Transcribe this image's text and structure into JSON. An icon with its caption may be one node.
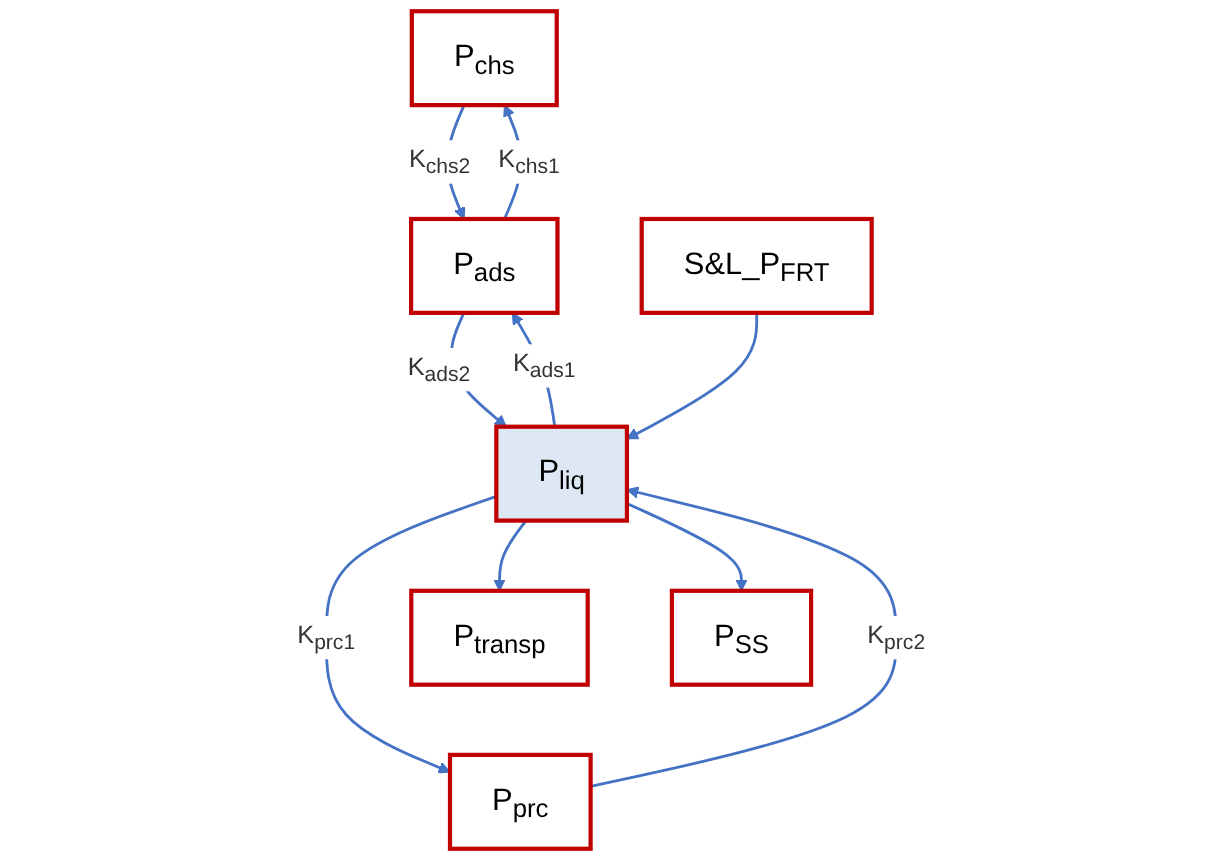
{
  "diagram": {
    "nodes": [
      {
        "text": [
          "P$_{chs}$"
        ]
      },
      {
        "text": [
          "P$_{ads}$"
        ]
      },
      {
        "text": [
          "S&L_P$_{FRT}$"
        ]
      },
      {
        "text": [
          "P$_{liq}$"
        ]
      },
      {
        "text": [
          "P$_{prc}$"
        ]
      },
      {
        "text": [
          "P$_{transp}$"
        ]
      },
      {
        "text": [
          "P$_{SS}$"
        ]
      }
    ],
    "edges": [
      {
        "from": 1,
        "to": 0,
        "arrow": "to",
        "label": "K$_{chs1}$"
      },
      {
        "from": 0,
        "to": 1,
        "arrow": "to",
        "label": "K$_{chs2}$"
      },
      {
        "from": 3,
        "to": 1,
        "arrow": "to",
        "label": "K$_{ads1}$"
      },
      {
        "from": 1,
        "to": 3,
        "arrow": "to",
        "label": "K$_{ads2}$"
      },
      {
        "from": 2,
        "to": 3,
        "arrow": "to"
      },
      {
        "from": 3,
        "to": 4,
        "arrow": "to",
        "label": "K$_{prc1}$"
      },
      {
        "from": 4,
        "to": 3,
        "arrow": "to",
        "label": "K$_{prc2}$"
      },
      {
        "from": 3,
        "to": 5,
        "arrow": "to"
      },
      {
        "from": 3,
        "to": 6,
        "arrow": "to"
      }
    ]
  }
}
